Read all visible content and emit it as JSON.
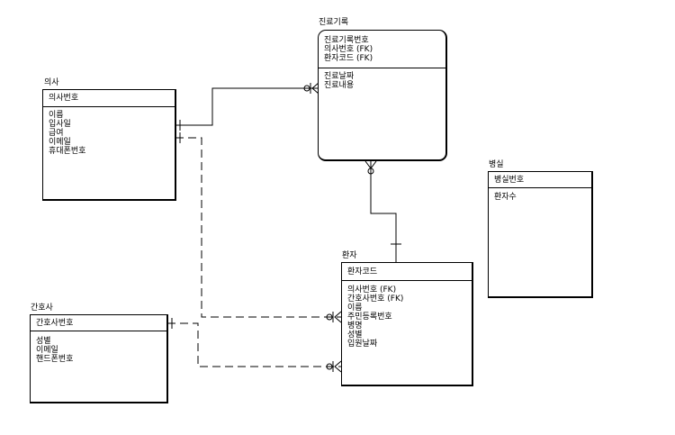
{
  "entities": {
    "record": {
      "title": "진료기록",
      "keys": [
        "진료기록번호",
        "의사번호 (FK)",
        "환자코드 (FK)"
      ],
      "attributes": [
        "진료날짜",
        "진료내용"
      ]
    },
    "doctor": {
      "title": "의사",
      "keys": [
        "의사번호"
      ],
      "attributes": [
        "이름",
        "입사일",
        "급여",
        "이메일",
        "휴대폰번호"
      ]
    },
    "room": {
      "title": "병실",
      "keys": [
        "병실번호"
      ],
      "attributes": [
        "환자수"
      ]
    },
    "patient": {
      "title": "환자",
      "keys": [
        "환자코드"
      ],
      "attributes": [
        "의사번호 (FK)",
        "간호사번호 (FK)",
        "이름",
        "주민등록번호",
        "병명",
        "성별",
        "입원날짜"
      ]
    },
    "nurse": {
      "title": "간호사",
      "keys": [
        "간호사번호"
      ],
      "attributes": [
        "성별",
        "이메일",
        "핸드폰번호"
      ]
    }
  },
  "colors": {
    "line": "#000000",
    "background": "#ffffff"
  }
}
